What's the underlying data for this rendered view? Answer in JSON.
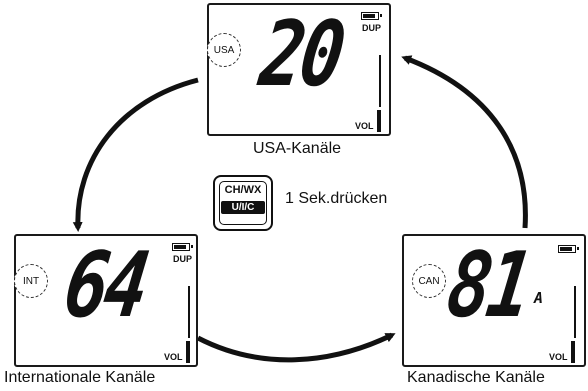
{
  "screens": [
    {
      "id": "usa",
      "region": "USA",
      "channel": "20",
      "dup": "DUP",
      "vol": "VOL",
      "caption": "USA-Kanäle",
      "sub": ""
    },
    {
      "id": "int",
      "region": "INT",
      "channel": "64",
      "dup": "DUP",
      "vol": "VOL",
      "caption": "Internationale Kanäle",
      "sub": ""
    },
    {
      "id": "can",
      "region": "CAN",
      "channel": "81",
      "dup": "",
      "vol": "VOL",
      "caption": "Kanadische Kanäle",
      "sub": "A"
    }
  ],
  "key": {
    "top_label": "CH/WX",
    "bottom_label": "U/I/C"
  },
  "press_label": "1 Sek.drücken",
  "colors": {
    "line": "#111111",
    "background": "#ffffff"
  }
}
